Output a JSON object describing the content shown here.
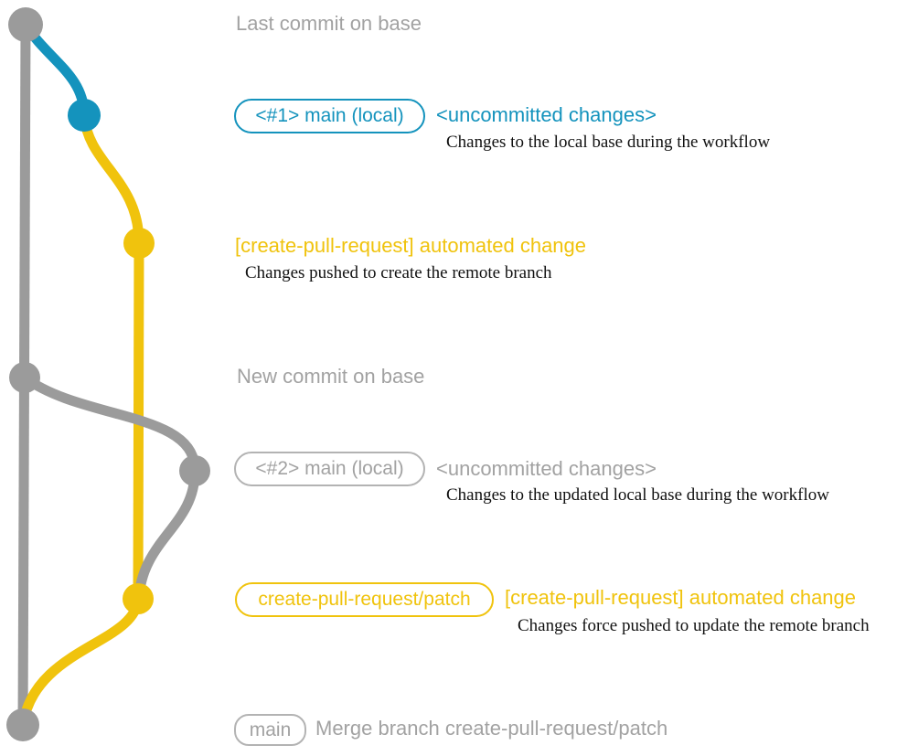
{
  "colors": {
    "gray": "#9b9b9b",
    "blue": "#1493bd",
    "yellow": "#f0c30d",
    "label_gray": "#a2a2a2",
    "desc_black": "#111111",
    "background": "#ffffff"
  },
  "graph": {
    "nodes": [
      {
        "id": "last-commit-on-base",
        "color": "gray"
      },
      {
        "id": "local-main-1",
        "color": "blue"
      },
      {
        "id": "patch-commit-1",
        "color": "yellow"
      },
      {
        "id": "new-commit-on-base",
        "color": "gray"
      },
      {
        "id": "local-main-2",
        "color": "gray"
      },
      {
        "id": "patch-commit-2",
        "color": "yellow"
      },
      {
        "id": "merge-commit",
        "color": "gray"
      }
    ]
  },
  "rows": {
    "last_commit": {
      "title": "Last commit on base"
    },
    "main_local_1": {
      "badge": "<#1> main (local)",
      "event": "<uncommitted changes>",
      "desc": "Changes to the local base during the workflow"
    },
    "automated_1": {
      "event": "[create-pull-request] automated change",
      "desc": "Changes pushed to create the remote branch"
    },
    "new_commit": {
      "title": "New commit on base"
    },
    "main_local_2": {
      "badge": "<#2> main (local)",
      "event": "<uncommitted changes>",
      "desc": "Changes to the updated local base during the workflow"
    },
    "automated_2": {
      "badge": "create-pull-request/patch",
      "event": "[create-pull-request] automated change",
      "desc": "Changes force pushed to update the remote branch"
    },
    "merge": {
      "badge": "main",
      "message": "Merge branch create-pull-request/patch"
    }
  }
}
